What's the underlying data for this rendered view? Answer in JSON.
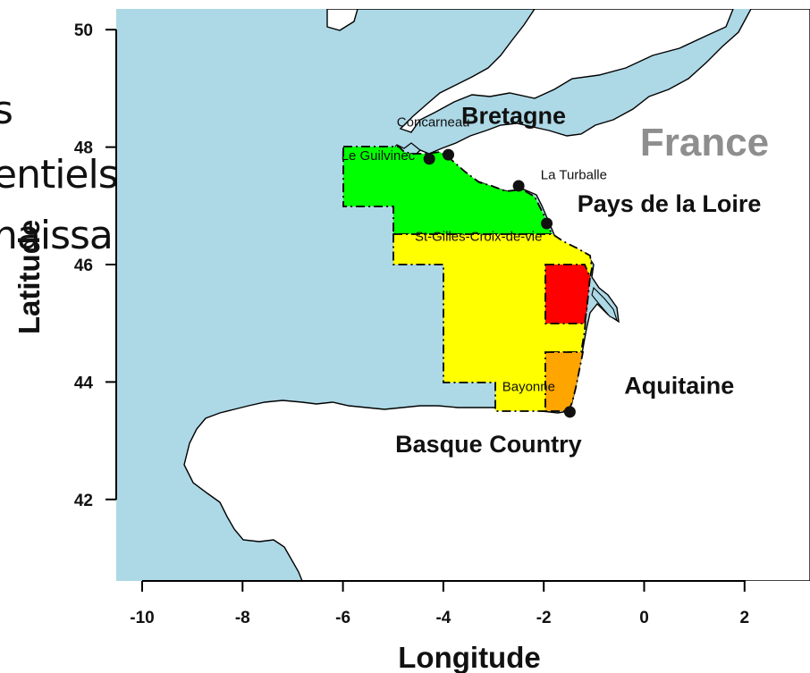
{
  "background_text": {
    "line1": "s",
    "line2": "entiels",
    "line3": "naissances"
  },
  "axes": {
    "xlabel": "Longitude",
    "ylabel": "Latitude",
    "xticks": [
      -10,
      -8,
      -6,
      -4,
      -2,
      0,
      2
    ],
    "yticks": [
      42,
      44,
      46,
      48,
      50
    ],
    "xlim": [
      -10.5,
      3.3
    ],
    "ylim": [
      40.6,
      50.4
    ]
  },
  "colors": {
    "sea": "#add8e6",
    "land": "#ffffff",
    "zone_north": "#00ff00",
    "zone_central": "#ffff00",
    "zone_red": "#ff0000",
    "zone_south": "#ffa500",
    "country_label": "#8e8e8e"
  },
  "country_label": "France",
  "regions": [
    {
      "name": "Bretagne",
      "lon": -2.6,
      "lat": 48.4
    },
    {
      "name": "Pays de la Loire",
      "lon": 0.5,
      "lat": 46.9
    },
    {
      "name": "Aquitaine",
      "lon": 0.7,
      "lat": 43.8
    },
    {
      "name": "Basque Country",
      "lon": -3.1,
      "lat": 42.8
    }
  ],
  "ports": [
    {
      "name": "Concarneau",
      "lon": -3.9,
      "lat": 47.87,
      "label_lon": -4.2,
      "label_lat": 48.35
    },
    {
      "name": "Le Guilvinec",
      "lon": -4.28,
      "lat": 47.8,
      "label_lon": -5.3,
      "label_lat": 47.78
    },
    {
      "name": "La Turballe",
      "lon": -2.5,
      "lat": 47.34,
      "label_lon": -1.4,
      "label_lat": 47.45
    },
    {
      "name": "St-Gilles-Croix-de-vie",
      "lon": -1.94,
      "lat": 46.7,
      "label_lon": -3.3,
      "label_lat": 46.4
    },
    {
      "name": "Bayonne",
      "lon": -1.48,
      "lat": 43.49,
      "label_lon": -2.3,
      "label_lat": 43.85
    }
  ]
}
